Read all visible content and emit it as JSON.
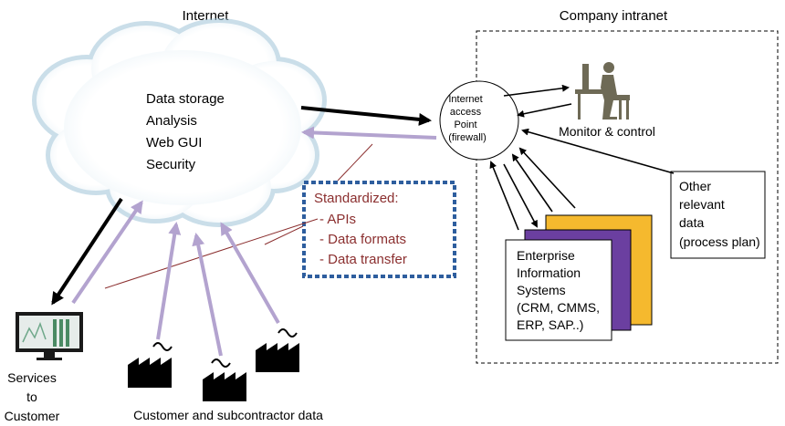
{
  "internet_label": "Internet",
  "intranet_label": "Company intranet",
  "cloud_lines": [
    "Data storage",
    "Analysis",
    "Web GUI",
    "Security"
  ],
  "access_point_lines": [
    "Internet",
    "access",
    "Point",
    "(firewall)"
  ],
  "monitor_label": "Monitor & control",
  "standardized": {
    "title": "Standardized:",
    "items": [
      "- APIs",
      "- Data formats",
      "- Data transfer"
    ]
  },
  "other_data_lines": [
    "Other",
    "relevant",
    "data",
    "(process plan)"
  ],
  "eis_lines": [
    "Enterprise",
    "Information",
    "Systems",
    "(CRM, CMMS,",
    "ERP, SAP..)"
  ],
  "services_lines": [
    "Services",
    "to",
    "Customer"
  ],
  "factories_label": "Customer and subcontractor data",
  "colors": {
    "arrow_black": "#000000",
    "arrow_purple": "#b3a3cf",
    "dash_blue": "#2e5e9e",
    "std_text": "#8b2f2f",
    "orange": "#f5b92e",
    "purple": "#6b3fa0",
    "monitor_person": "#6e6a56"
  },
  "icons": [
    "cloud-icon",
    "person-at-computer-icon",
    "monitor-icon",
    "factory-icon"
  ]
}
